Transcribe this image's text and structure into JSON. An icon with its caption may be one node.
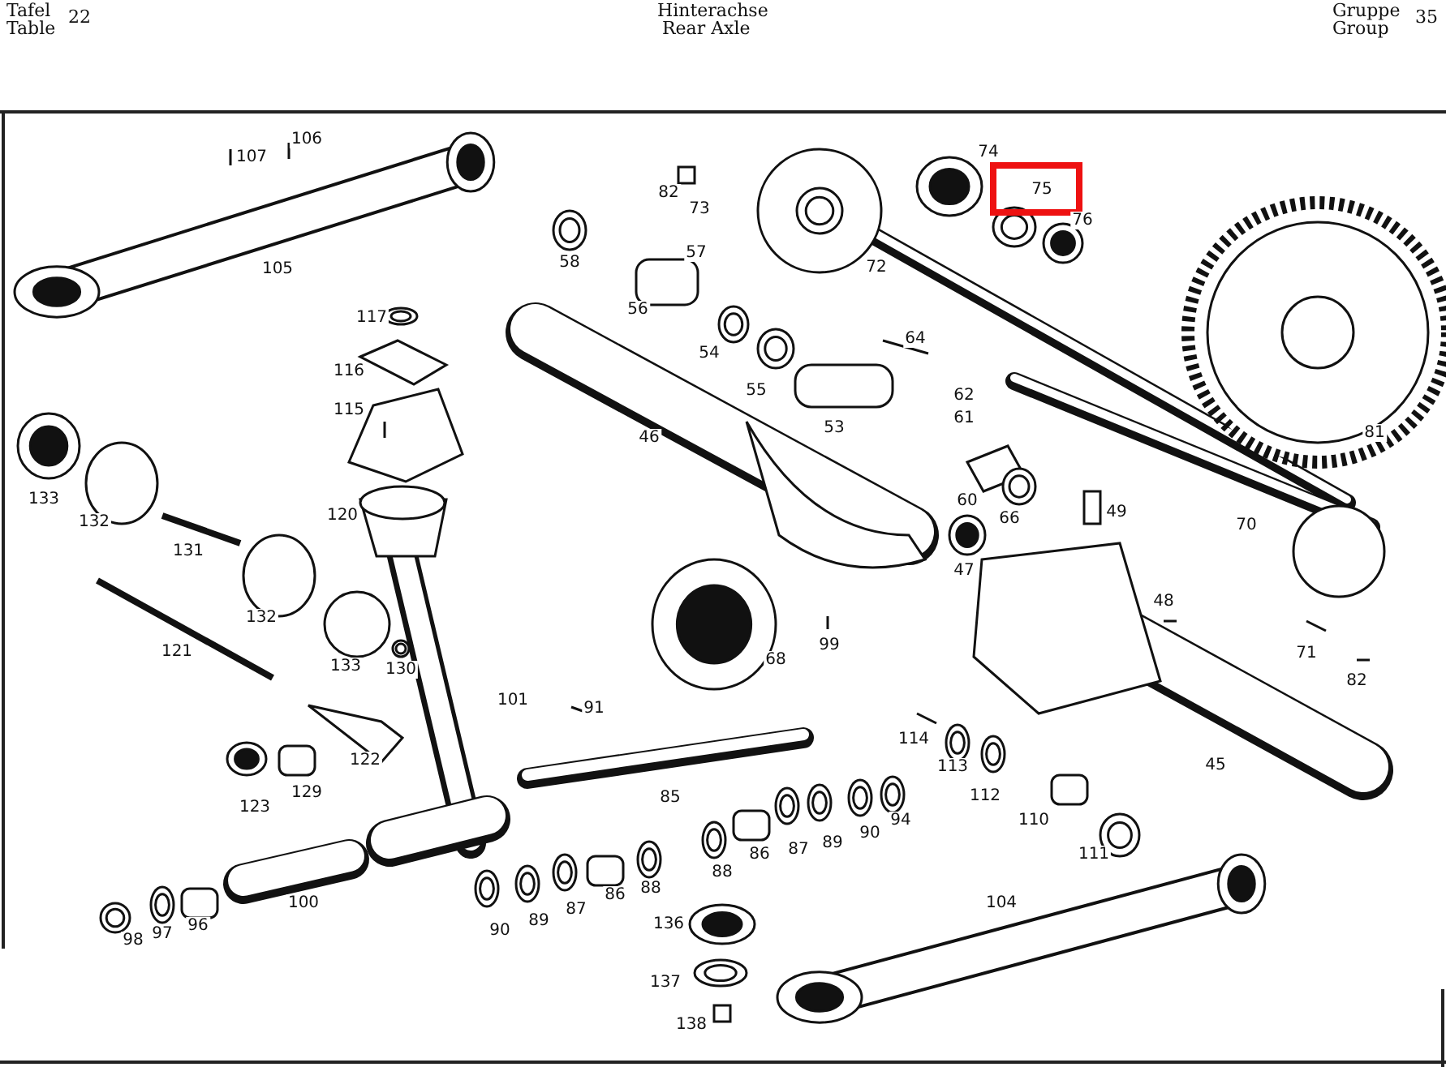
{
  "diagram": {
    "labels": [
      "Tafel",
      "Table",
      "22",
      "Hinterachse",
      "Rear Axle",
      "Gruppe",
      "Group",
      "35",
      "107",
      "106",
      "82",
      "73",
      "105",
      "58",
      "57",
      "56",
      "117",
      "54",
      "116",
      "115",
      "46",
      "133",
      "132",
      "131",
      "120",
      "72",
      "74",
      "75",
      "76",
      "64",
      "55",
      "53",
      "62",
      "61",
      "60",
      "66",
      "49",
      "47",
      "70",
      "81",
      "132",
      "121",
      "133",
      "130",
      "101",
      "91",
      "122",
      "129",
      "123",
      "85",
      "100",
      "98",
      "97",
      "96",
      "90",
      "89",
      "87",
      "86",
      "88",
      "88",
      "86",
      "87",
      "89",
      "90",
      "94",
      "136",
      "137",
      "138",
      "68",
      "99",
      "48",
      "71",
      "82",
      "114",
      "113",
      "112",
      "110",
      "111",
      "45",
      "104"
    ]
  }
}
